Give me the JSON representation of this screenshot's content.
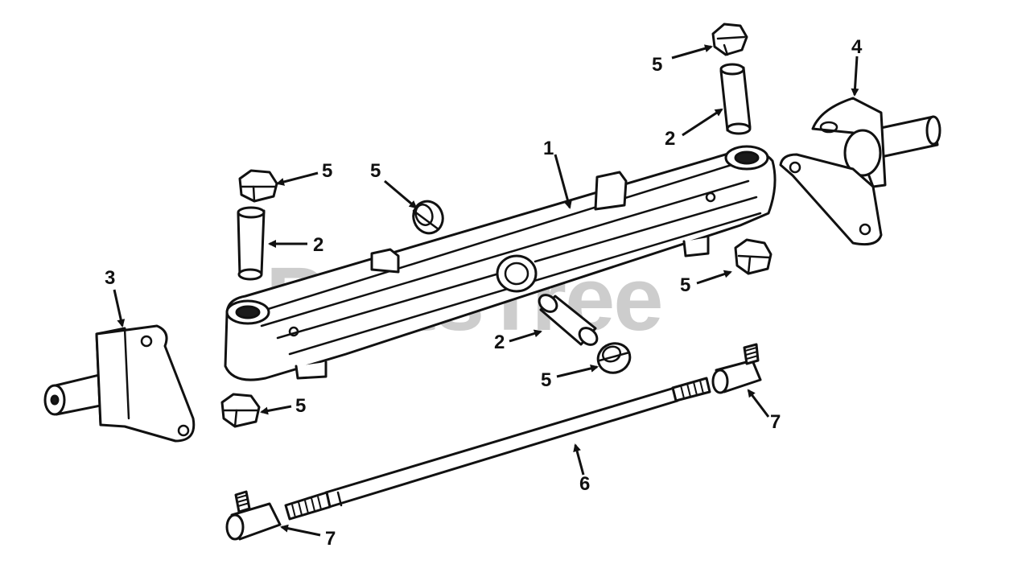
{
  "watermark": "PartsTree",
  "callouts": {
    "c1": "1",
    "c2_top": "2",
    "c2_left": "2",
    "c2_mid": "2",
    "c3": "3",
    "c4": "4",
    "c5_top": "5",
    "c5_left_top": "5",
    "c5_bushing": "5",
    "c5_right": "5",
    "c5_mid": "5",
    "c5_bottom": "5",
    "c6": "6",
    "c7_right": "7",
    "c7_bottom": "7"
  }
}
